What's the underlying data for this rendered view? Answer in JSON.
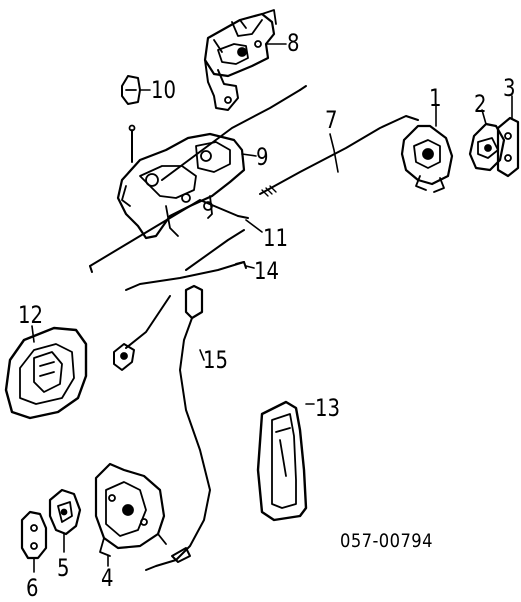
{
  "diagram": {
    "callouts": [
      "1",
      "2",
      "3",
      "4",
      "5",
      "6",
      "7",
      "8",
      "9",
      "10",
      "11",
      "12",
      "13",
      "14",
      "15"
    ],
    "diagram_code": "057-00794"
  },
  "colors": {
    "line": "#000000",
    "background": "#ffffff"
  }
}
